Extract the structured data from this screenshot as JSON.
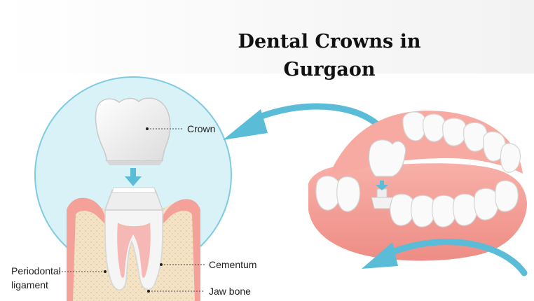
{
  "title": {
    "line1": "Dental Crowns in",
    "line2": "Gurgaon"
  },
  "labels": {
    "crown": "Crown",
    "periodontal_1": "Periodontal",
    "periodontal_2": "ligament",
    "cementum": "Cementum",
    "jaw_bone": "Jaw bone"
  },
  "colors": {
    "circle": "#d9f2f8",
    "circle_stroke": "#7fcbe0",
    "arrow": "#5bbcd8",
    "gum": "#f4a19a",
    "gum_dark": "#e8857e",
    "bone": "#f3e2c4",
    "tooth": "#f5f5f5",
    "pulp": "#f6b8b4"
  },
  "icons": {
    "crown": "tooth-crown-icon",
    "arrow_down": "arrow-down-icon",
    "curved_arrow": "curved-arrow-icon"
  }
}
